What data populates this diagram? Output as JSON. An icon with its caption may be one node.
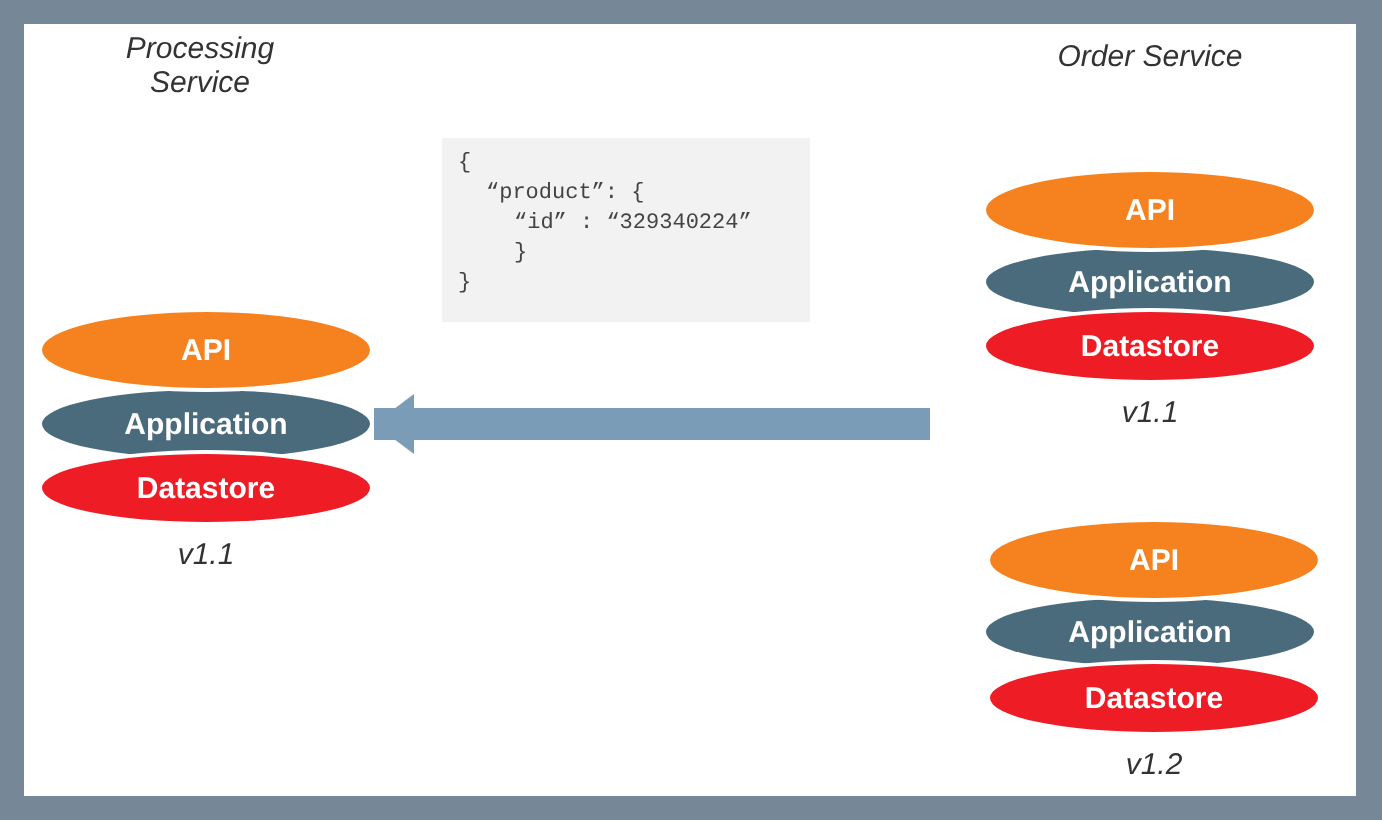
{
  "diagram": {
    "nodes": [
      {
        "text": [
          "{",
          "“product”: {",
          "“id” : “329340224”",
          "}",
          "}"
        ]
      },
      {
        "text": [
          "API"
        ]
      },
      {
        "text": [
          "Application"
        ]
      },
      {
        "text": [
          "Datastore"
        ],
        "beside": [
          "v1.1"
        ]
      },
      {
        "text": [
          "API"
        ]
      },
      {
        "text": [
          "Application"
        ]
      },
      {
        "text": [
          "Datastore"
        ],
        "beside": [
          "v1.1"
        ]
      },
      {
        "text": [
          "API"
        ]
      },
      {
        "text": [
          "Application"
        ]
      },
      {
        "text": [
          "Datastore"
        ],
        "beside": [
          "v1.2"
        ]
      }
    ],
    "edges": [
      {
        "from": null,
        "to": 2,
        "arrow": "to"
      }
    ],
    "labels": [
      "Processing Service",
      "Order Service"
    ]
  }
}
